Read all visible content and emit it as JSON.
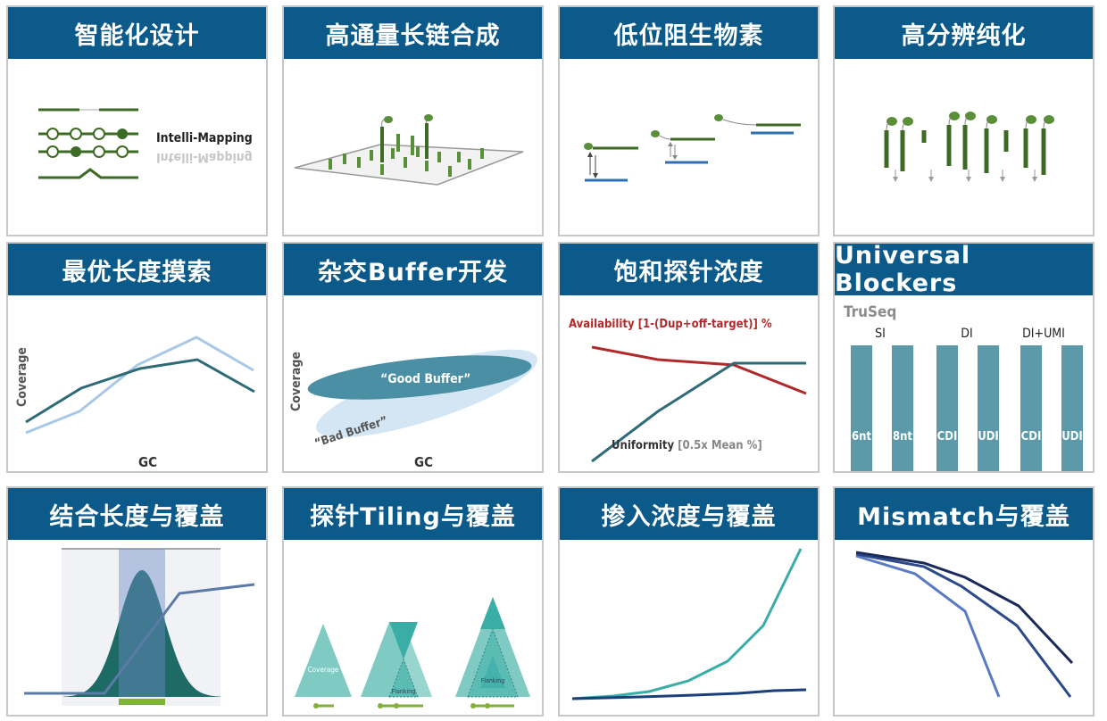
{
  "cards": [
    {
      "title": "智能化设计",
      "label": "Intelli-Mapping"
    },
    {
      "title": "高通量长链合成"
    },
    {
      "title": "低位阻生物素"
    },
    {
      "title": "高分辨纯化"
    },
    {
      "title": "最优长度摸索",
      "ylabel": "Coverage",
      "xlabel": "GC"
    },
    {
      "title": "杂交Buffer开发",
      "ylabel": "Coverage",
      "xlabel": "GC",
      "good": "“Good Buffer”",
      "bad": "“Bad Buffer”"
    },
    {
      "title": "饱和探针浓度",
      "availability": "Availability [1-(Dup+off-target)] %",
      "uniformity": "Uniformity",
      "uniformity_suffix": "[0.5x Mean %]"
    },
    {
      "title": "Universal Blockers",
      "truseq": "TruSeq",
      "groups": [
        "SI",
        "DI",
        "DI+UMI"
      ],
      "bars": [
        "6nt",
        "8nt",
        "CDI",
        "UDI",
        "CDI",
        "UDI"
      ]
    },
    {
      "title": "结合长度与覆盖"
    },
    {
      "title": "探针Tiling与覆盖",
      "coverage": "Coverage",
      "flanking": "Flanking"
    },
    {
      "title": "掺入浓度与覆盖"
    },
    {
      "title": "Mismatch与覆盖"
    }
  ],
  "colors": {
    "header": "#0b5a8a",
    "dark_green": "#3e6b24",
    "green": "#5a8f3a",
    "blue": "#2f6fb0",
    "teal": "#2e6a78",
    "light_blue": "#a8c8e6",
    "red": "#b02a2a",
    "bar": "#5c9aaa"
  }
}
